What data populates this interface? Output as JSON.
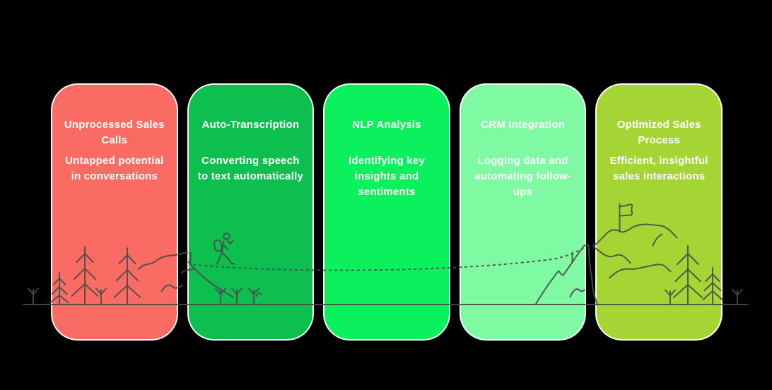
{
  "canvas": {
    "background": "#000000",
    "text_color": "#ffffff"
  },
  "steps": [
    {
      "title": "Unprocessed Sales Calls",
      "description": "Untapped potential in conversations",
      "color": "#f96b63"
    },
    {
      "title": "Auto-Transcription",
      "description": "Converting speech to text automatically",
      "color": "#0dbf4f"
    },
    {
      "title": "NLP Analysis",
      "description": "Identifying key insights and sentiments",
      "color": "#0bf15e"
    },
    {
      "title": "CRM Integration",
      "description": "Logging data and automating follow-ups",
      "color": "#7ffaa3"
    },
    {
      "title": "Optimized Sales Process",
      "description": "Efficient, insightful sales interactions",
      "color": "#a5d535"
    }
  ],
  "scenery": {
    "stroke_color": "#4b4b4b",
    "elements": [
      "ground-line",
      "sprouts",
      "pine-trees",
      "hills",
      "hiker",
      "dotted-trail",
      "trail-markers",
      "mountain",
      "summit-flag",
      "ridge-lines"
    ]
  }
}
